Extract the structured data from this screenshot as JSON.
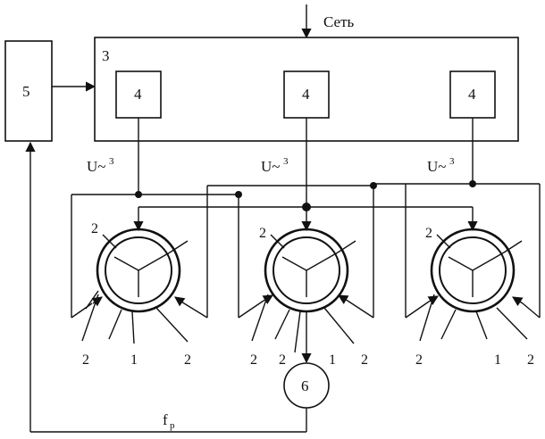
{
  "network_label": "Сеть",
  "blocks": {
    "controller": "5",
    "converter_group": "3",
    "converter": "4",
    "sensor": "6"
  },
  "voltage_label": {
    "main": "U~",
    "superscript": "3"
  },
  "frequency_label": {
    "main": "f",
    "subscript": "p"
  },
  "motor_labels": {
    "winding": "2",
    "rotor": "1"
  }
}
